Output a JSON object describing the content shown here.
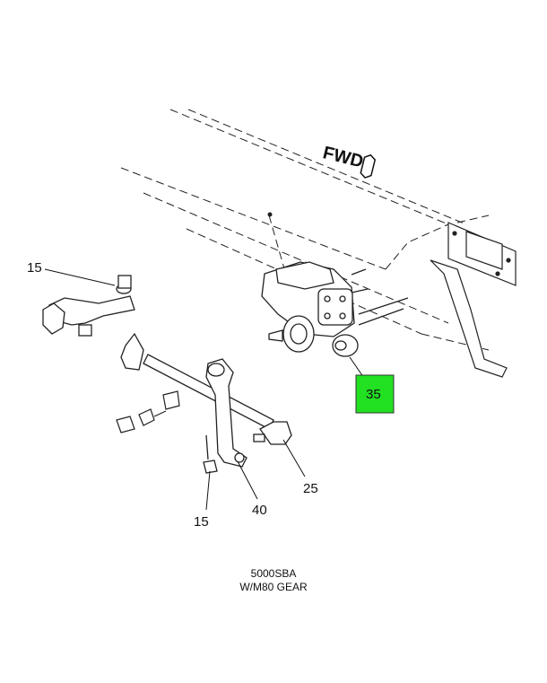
{
  "diagram": {
    "fwd_label": "FWD",
    "callouts": {
      "top_left_15": "15",
      "bottom_15": "15",
      "item_40": "40",
      "item_25": "25",
      "item_35": "35"
    },
    "highlight_color": "#22e022",
    "caption": {
      "line1": "5000SBA",
      "line2": "W/M80 GEAR"
    }
  }
}
